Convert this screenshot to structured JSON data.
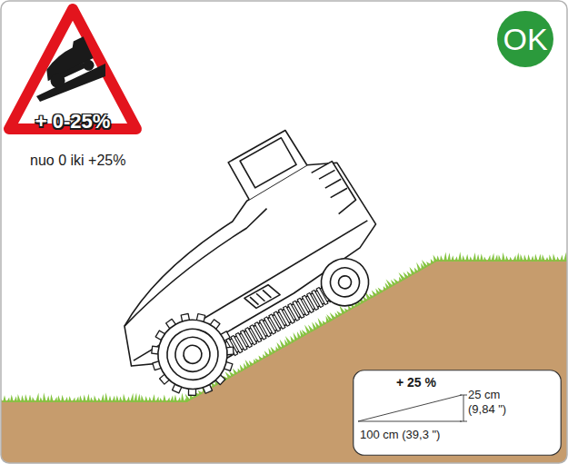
{
  "diagram": {
    "nodes": [
      {
        "text": [
          "+ 0-25%"
        ]
      },
      {
        "text": [
          "OK"
        ]
      },
      {
        "text": [
          "+ 25 %",
          "25 cm (9,84 \")",
          "100 cm (39,3 \")"
        ]
      }
    ],
    "labels": [
      "nuo 0 iki +25%"
    ]
  }
}
